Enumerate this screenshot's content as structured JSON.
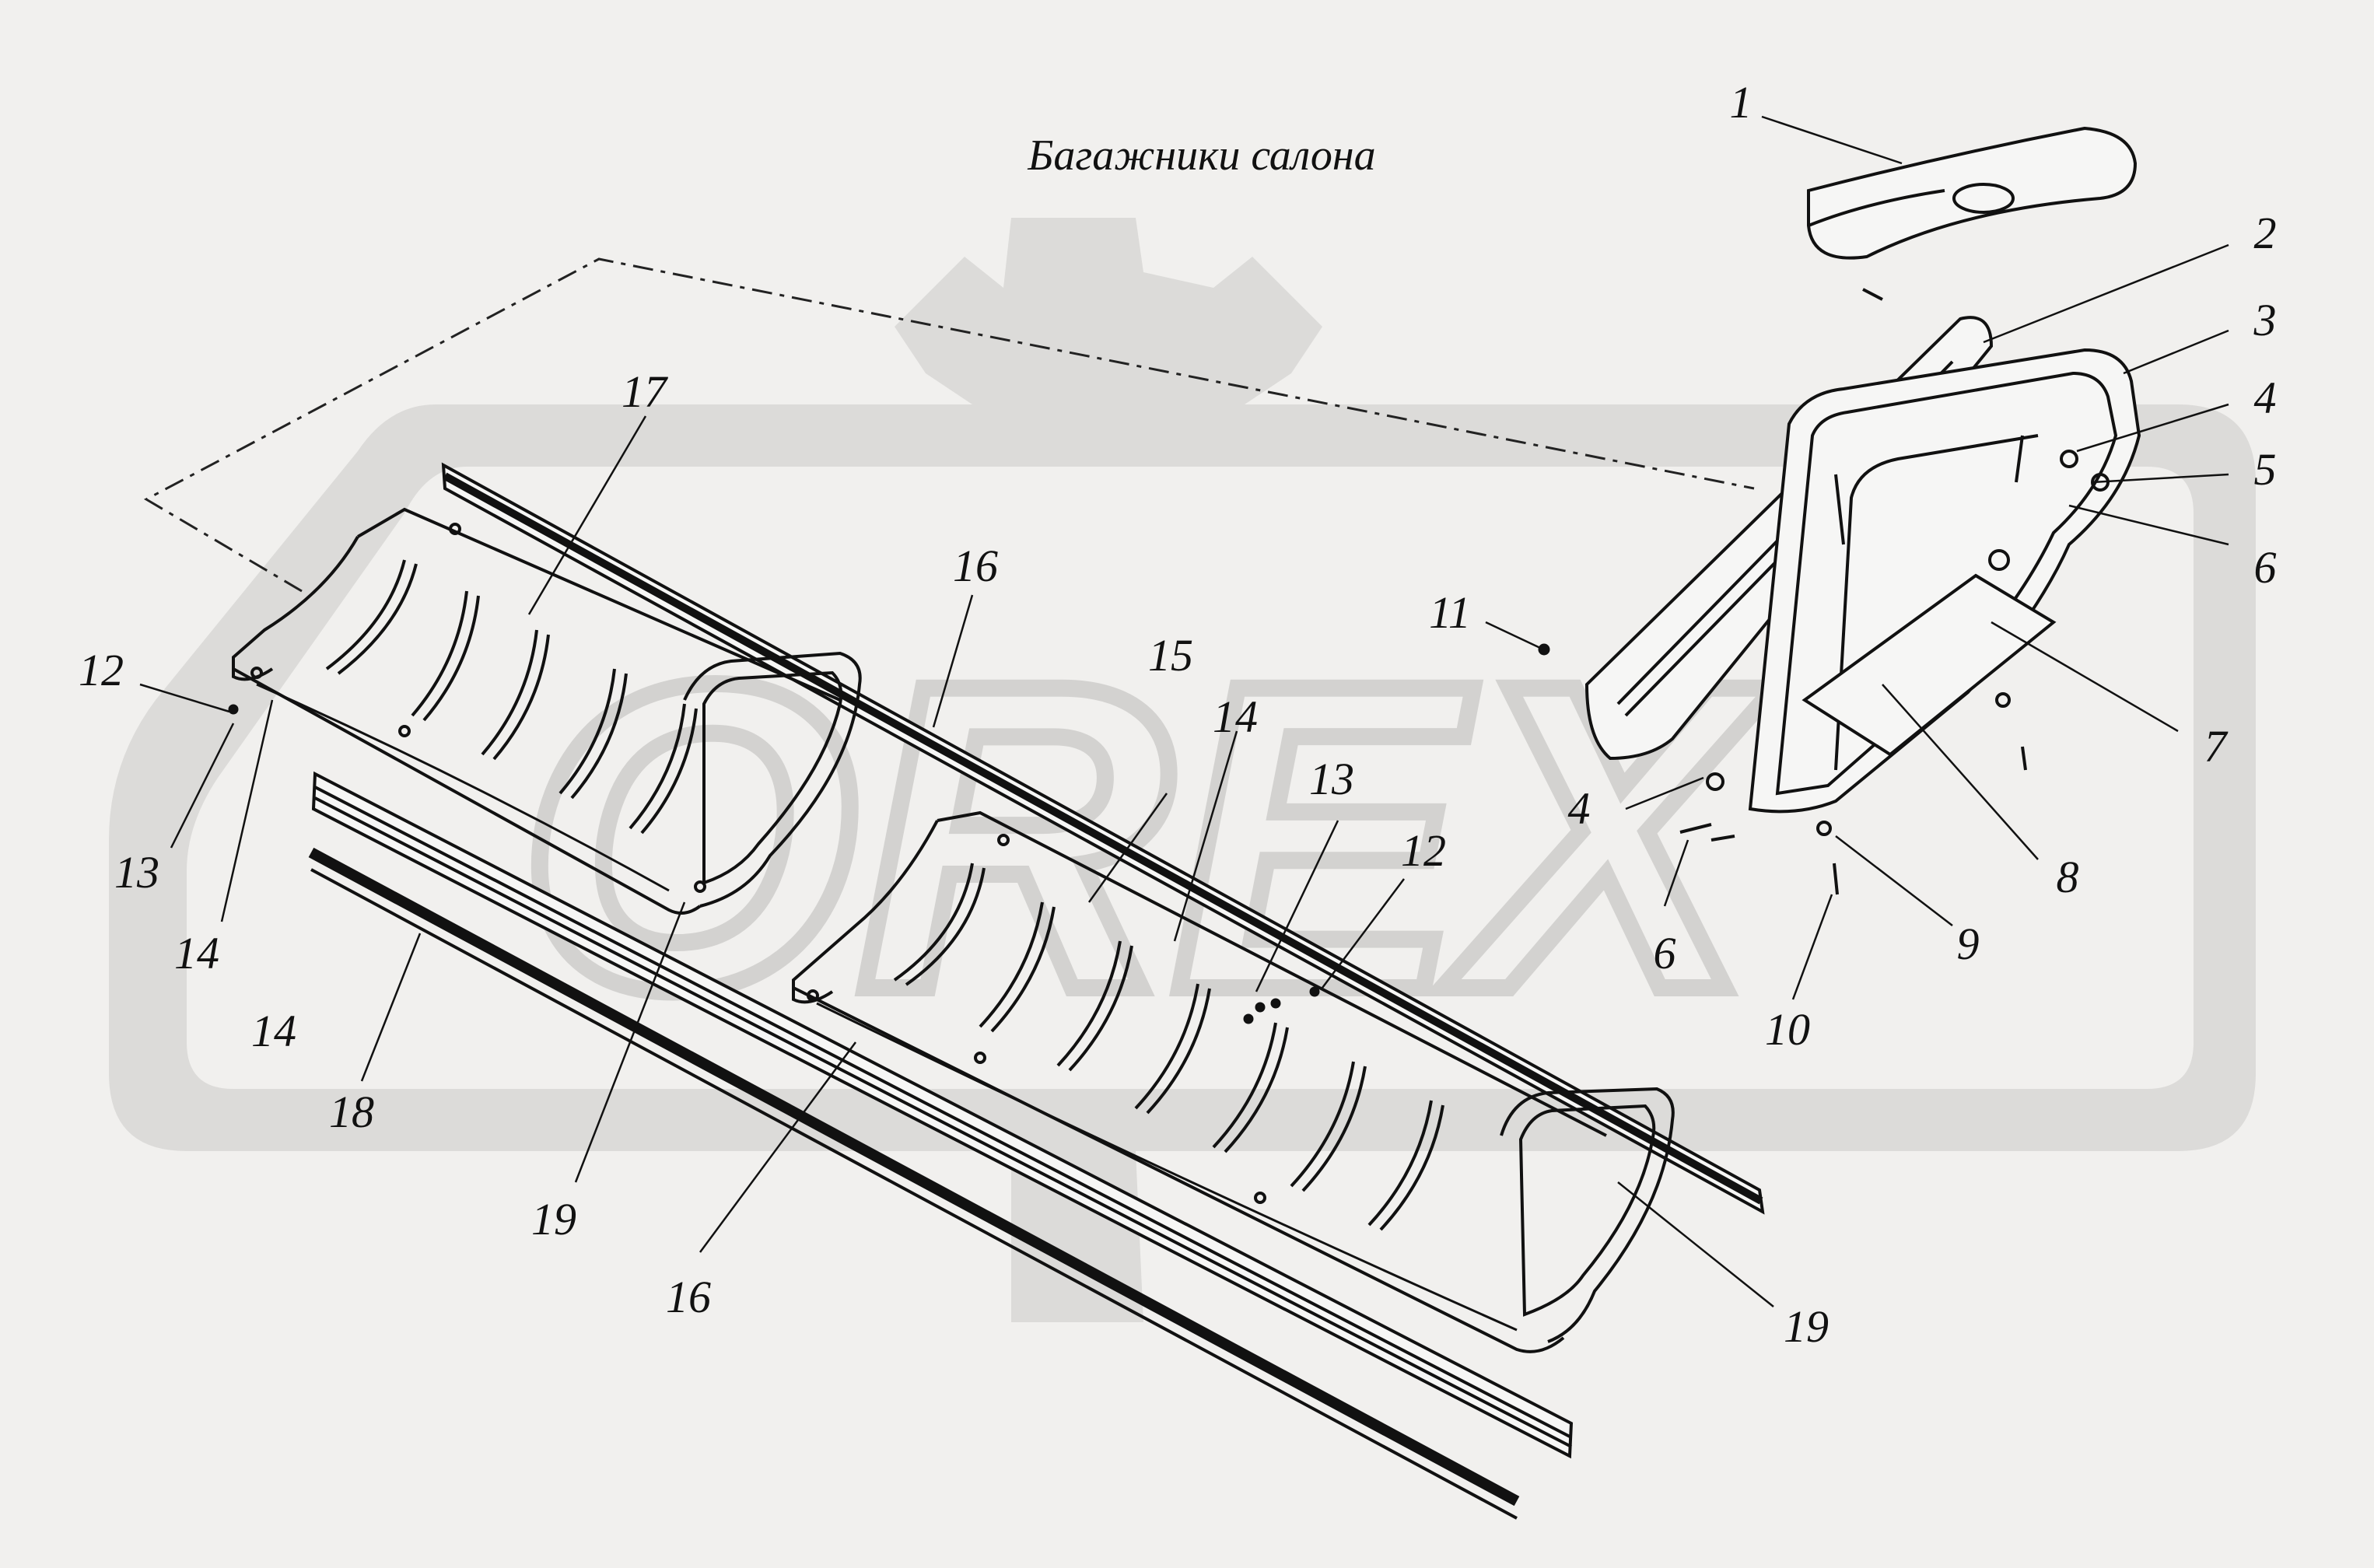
{
  "title": "Багажники салона",
  "watermark": {
    "text": "OREX"
  },
  "colors": {
    "background": "#f1f0ee",
    "watermark": "#d9d8d6",
    "line": "#1a1a1a"
  },
  "callouts": [
    {
      "id": "c1",
      "text": "1"
    },
    {
      "id": "c2",
      "text": "2"
    },
    {
      "id": "c3",
      "text": "3"
    },
    {
      "id": "c4a",
      "text": "4"
    },
    {
      "id": "c5",
      "text": "5"
    },
    {
      "id": "c6a",
      "text": "6"
    },
    {
      "id": "c7",
      "text": "7"
    },
    {
      "id": "c4b",
      "text": "4"
    },
    {
      "id": "c8",
      "text": "8"
    },
    {
      "id": "c6b",
      "text": "6"
    },
    {
      "id": "c9",
      "text": "9"
    },
    {
      "id": "c10",
      "text": "10"
    },
    {
      "id": "c11",
      "text": "11"
    },
    {
      "id": "c12a",
      "text": "12"
    },
    {
      "id": "c13a",
      "text": "13"
    },
    {
      "id": "c14a",
      "text": "14"
    },
    {
      "id": "c14b",
      "text": "14"
    },
    {
      "id": "c17",
      "text": "17"
    },
    {
      "id": "c16a",
      "text": "16"
    },
    {
      "id": "c15",
      "text": "15"
    },
    {
      "id": "c14c",
      "text": "14"
    },
    {
      "id": "c13b",
      "text": "13"
    },
    {
      "id": "c12b",
      "text": "12"
    },
    {
      "id": "c18",
      "text": "18"
    },
    {
      "id": "c19a",
      "text": "19"
    },
    {
      "id": "c16b",
      "text": "16"
    },
    {
      "id": "c19b",
      "text": "19"
    }
  ]
}
